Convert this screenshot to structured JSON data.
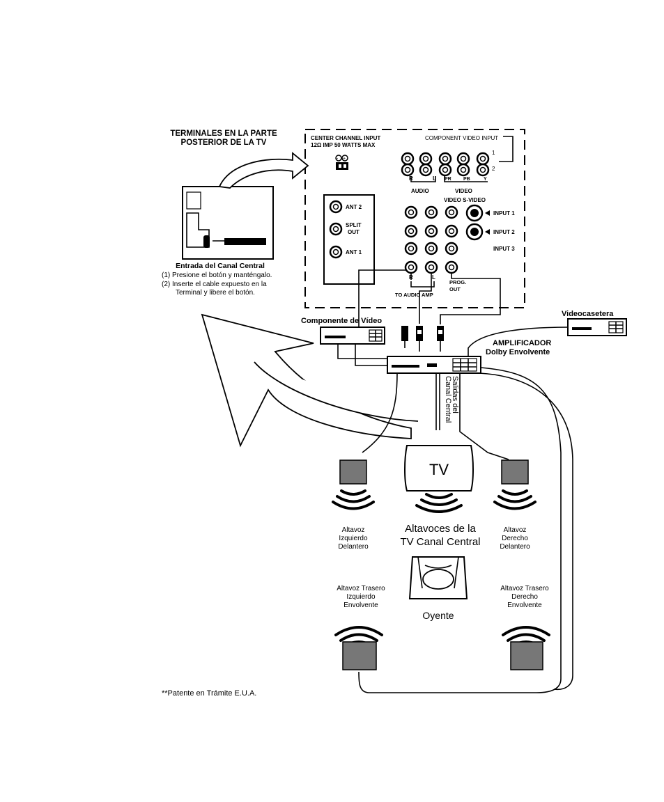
{
  "tv_back": {
    "heading_line1": "TERMINALES EN LA PARTE",
    "heading_line2": "POSTERIOR DE LA TV",
    "center_input_line1": "CENTER CHANNEL INPUT",
    "center_input_line2": "12Ω  IMP 50 WATTS  MAX",
    "component_input": "COMPONENT VIDEO INPUT",
    "row1": "1",
    "row2": "2",
    "r": "R",
    "l": "L",
    "pr": "PR",
    "pb": "PB",
    "y": "Y",
    "audio": "AUDIO",
    "video": "VIDEO",
    "video_svideo": "VIDEO  S-VIDEO",
    "input1": "INPUT 1",
    "input2": "INPUT 2",
    "input3": "INPUT 3",
    "ant2": "ANT 2",
    "split_out_1": "SPLIT",
    "split_out_2": "OUT",
    "ant1": "ANT 1",
    "out_r": "R",
    "out_l": "L",
    "to_audio_amp": "TO AUDIO AMP",
    "prog_out_1": "PROG.",
    "prog_out_2": "OUT"
  },
  "instructions": {
    "title": "Entrada del Canal Central",
    "step1": "(1) Presione el botón y manténgalo.",
    "step2a": "(2) Inserte el cable expuesto en la",
    "step2b": "Terminal y libere el botón."
  },
  "devices": {
    "component": "Componente de Vídeo",
    "vcr": "Videocasetera",
    "amp_line1": "AMPLIFICADOR",
    "amp_line2": "Dolby Envolvente",
    "center_out_line1": "Salidas del",
    "center_out_line2": "Canal Central",
    "tv": "TV"
  },
  "speakers": {
    "front_left": [
      "Altavoz",
      "Izquierdo",
      "Delantero"
    ],
    "tv_center": [
      "Altavoces de la",
      "TV Canal Central"
    ],
    "front_right": [
      "Altavoz",
      "Derecho",
      "Delantero"
    ],
    "rear_left": [
      "Altavoz Trasero",
      "Izquierdo",
      "Envolvente"
    ],
    "rear_right": [
      "Altavoz Trasero",
      "Derecho",
      "Envolvente"
    ],
    "listener": "Oyente"
  },
  "footnote": "**Patente en Trámite E.U.A."
}
